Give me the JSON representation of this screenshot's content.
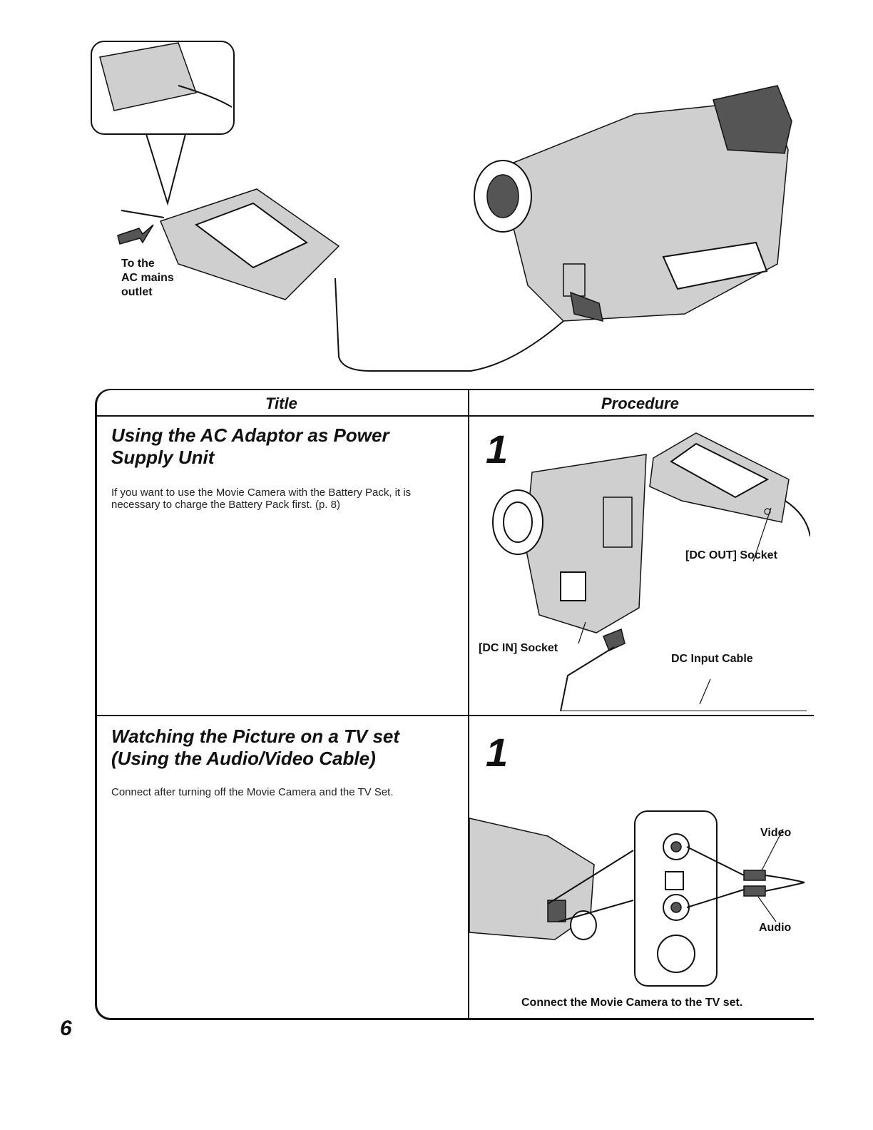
{
  "top_callout": {
    "label": "To the\nAC mains\noutlet"
  },
  "table": {
    "header_title": "Title",
    "header_procedure": "Procedure",
    "rows": [
      {
        "title": "Using the AC Adaptor as Power Supply Unit",
        "body": "If you want to use the Movie Camera with the Battery Pack, it is necessary to charge the Battery Pack first. (p. 8)",
        "step": "1",
        "labels": {
          "dc_out": "[DC OUT] Socket",
          "dc_in": "[DC IN] Socket",
          "dc_cable": "DC Input Cable"
        }
      },
      {
        "title": "Watching the Picture on a TV set (Using the Audio/Video Cable)",
        "body": "Connect after turning off the Movie Camera and the TV Set.",
        "step": "1",
        "labels": {
          "video": "Video",
          "audio": "Audio",
          "caption": "Connect the Movie Camera to the TV set."
        }
      }
    ]
  },
  "page_number": "6"
}
